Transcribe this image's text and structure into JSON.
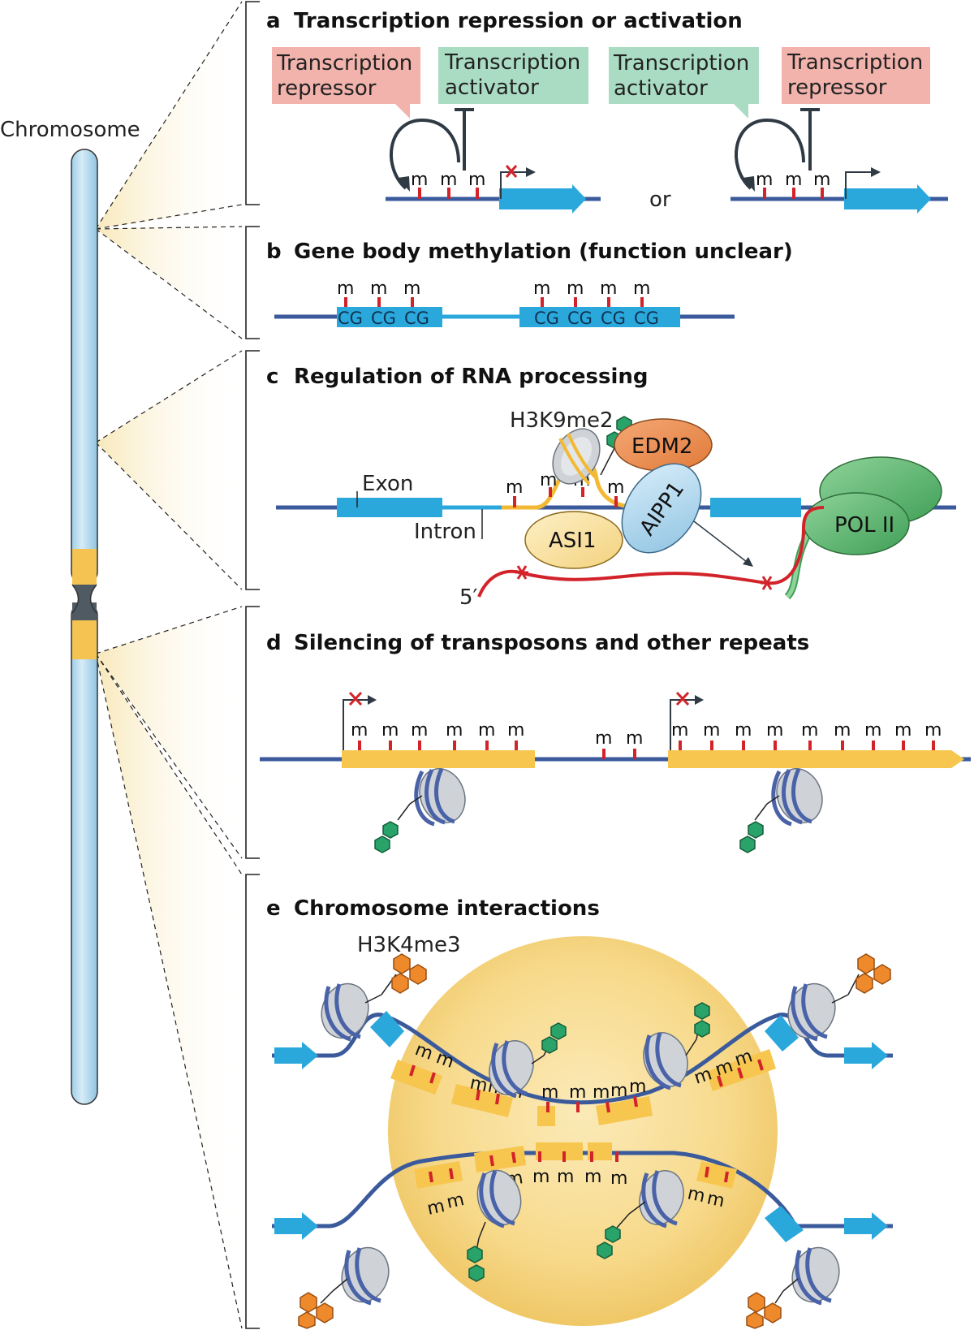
{
  "chromosome_label": "Chromosome",
  "panels": {
    "a": {
      "letter": "a",
      "title": "Transcription repression or activation",
      "left_boxes": {
        "repressor": [
          "Transcription",
          "repressor"
        ],
        "activator": [
          "Transcription",
          "activator"
        ]
      },
      "right_boxes": {
        "activator": [
          "Transcription",
          "activator"
        ],
        "repressor": [
          "Transcription",
          "repressor"
        ]
      },
      "or": "or",
      "methyl_mark": "m"
    },
    "b": {
      "letter": "b",
      "title": "Gene body methylation (function unclear)",
      "cg": "CG",
      "methyl_mark": "m"
    },
    "c": {
      "letter": "c",
      "title": "Regulation of RNA processing",
      "histone_mark": "H3K9me2",
      "edm2": "EDM2",
      "aipp1": "AIPP1",
      "asi1": "ASI1",
      "pol2": "POL II",
      "exon": "Exon",
      "intron": "Intron",
      "five_prime": "5′",
      "methyl_mark": "m"
    },
    "d": {
      "letter": "d",
      "title": "Silencing of transposons and other repeats",
      "methyl_mark": "m"
    },
    "e": {
      "letter": "e",
      "title": "Chromosome interactions",
      "histone_mark": "H3K4me3",
      "methyl_mark": "m"
    }
  },
  "colors": {
    "repressor_box": "#f1b3ac",
    "activator_box": "#a9dcc3",
    "dna": "#3a5a9c",
    "gene": "#2aa8dc",
    "transposon": "#f7c64f",
    "methyl": "#d3232a",
    "hexagon_green": "#29a36a",
    "hexagon_orange": "#ef8a2c",
    "edm2": "#ef8f4f",
    "aipp1": "#bfe0f2",
    "asi1": "#fbe3a4",
    "pol2": "#6fc07a",
    "rna": "#d3232a",
    "chromosome": "#b7dcef",
    "interaction_bg": "#f7d98a"
  }
}
